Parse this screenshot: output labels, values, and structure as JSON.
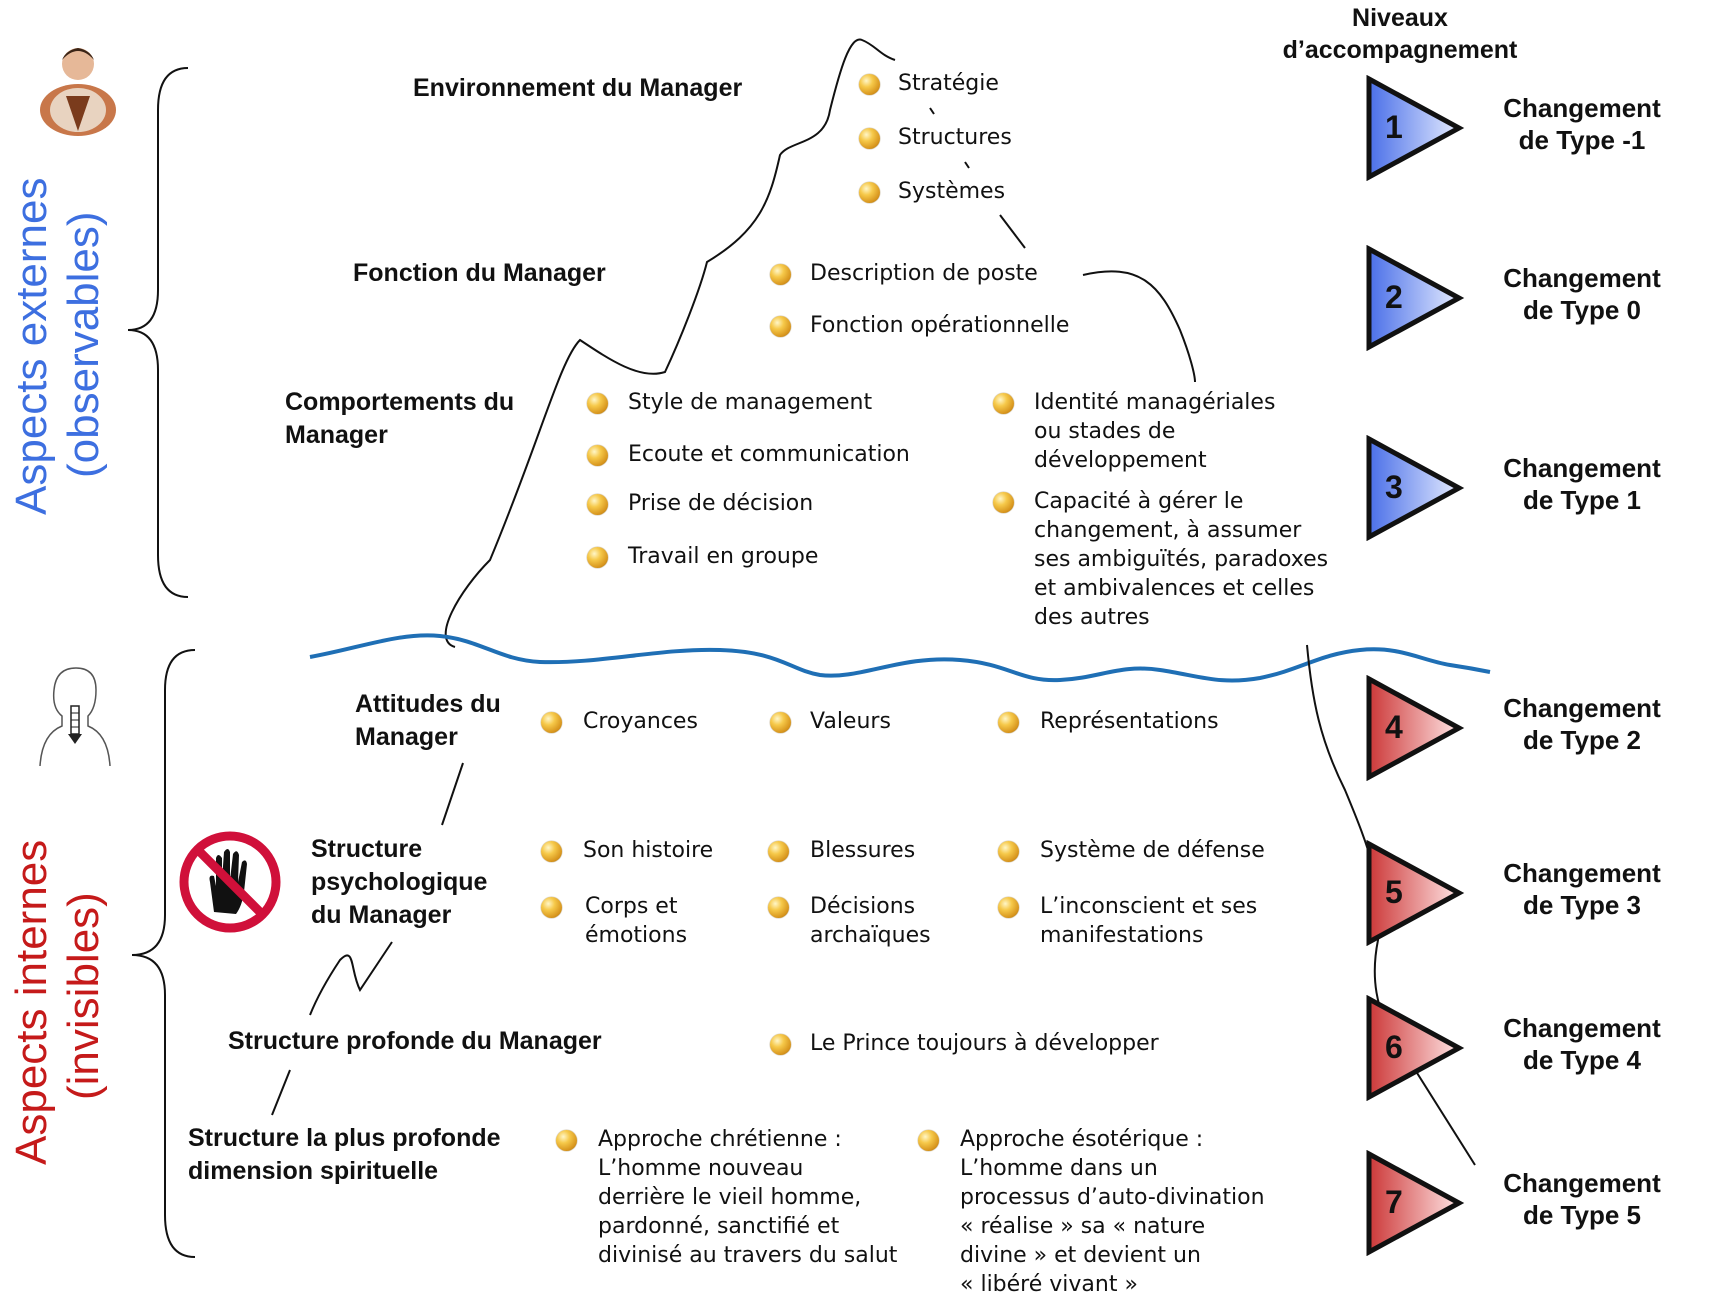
{
  "header": {
    "line1": "Niveaux",
    "line2": "d’accompagnement"
  },
  "side": {
    "external_title": "Aspects externes",
    "external_sub": "(observables)",
    "internal_title": "Aspects internes",
    "internal_sub": "(invisibles)"
  },
  "colors": {
    "external": "#3d6fe0",
    "internal": "#c51a1a",
    "wave": "#1f6fb5",
    "blue_triangle": "#6f8ef0",
    "red_triangle": "#d85555"
  },
  "icons": {
    "manager": "manager-icon",
    "head": "head-silhouette-icon",
    "stop": "stop-hand-icon"
  },
  "levels": {
    "environnement": {
      "label": "Environnement du Manager",
      "items": [
        "Stratégie",
        "Structures",
        "Systèmes"
      ]
    },
    "fonction": {
      "label": "Fonction du Manager",
      "items": [
        "Description de poste",
        "Fonction opérationnelle"
      ]
    },
    "comportements": {
      "label_l1": "Comportements du",
      "label_l2": "Manager",
      "items_left": [
        "Style de management",
        "Ecoute et communication",
        "Prise de décision",
        "Travail en groupe"
      ],
      "identite": [
        "Identité managériales",
        "ou stades de",
        "développement"
      ],
      "capacite": [
        "Capacité à gérer le",
        "changement, à assumer",
        "ses ambiguïtés, paradoxes",
        "et ambivalences et celles",
        "des autres"
      ]
    },
    "attitudes": {
      "label_l1": "Attitudes du",
      "label_l2": "Manager",
      "items": [
        "Croyances",
        "Valeurs",
        "Représentations"
      ]
    },
    "structure_psy": {
      "label_l1": "Structure",
      "label_l2": "psychologique",
      "label_l3": "du Manager",
      "row1": [
        "Son histoire",
        "Blessures",
        "Système de défense"
      ],
      "corps": [
        "Corps et",
        "émotions"
      ],
      "decisions": [
        "Décisions",
        "archaïques"
      ],
      "inconscient": [
        "L’inconscient et ses",
        "manifestations"
      ]
    },
    "structure_profonde": {
      "label": "Structure profonde du Manager",
      "item": "Le Prince toujours à développer"
    },
    "spirituelle": {
      "label_l1": "Structure la plus profonde",
      "label_l2": "dimension spirituelle",
      "chretienne": [
        "Approche chrétienne :",
        "L’homme nouveau",
        "derrière le vieil homme,",
        "pardonné, sanctifié et",
        "divinisé au travers du salut"
      ],
      "esoterique": [
        "Approche ésotérique :",
        "L’homme dans un",
        "processus d’auto-divination",
        "« réalise » sa « nature",
        "divine » et devient un",
        "« libéré vivant »"
      ]
    }
  },
  "changes": [
    {
      "num": "1",
      "l1": "Changement",
      "l2": "de Type -1",
      "tone": "blue"
    },
    {
      "num": "2",
      "l1": "Changement",
      "l2": "de Type 0",
      "tone": "blue"
    },
    {
      "num": "3",
      "l1": "Changement",
      "l2": "de Type 1",
      "tone": "blue"
    },
    {
      "num": "4",
      "l1": "Changement",
      "l2": "de Type 2",
      "tone": "red"
    },
    {
      "num": "5",
      "l1": "Changement",
      "l2": "de Type 3",
      "tone": "red"
    },
    {
      "num": "6",
      "l1": "Changement",
      "l2": "de Type 4",
      "tone": "red"
    },
    {
      "num": "7",
      "l1": "Changement",
      "l2": "de Type 5",
      "tone": "red"
    }
  ]
}
